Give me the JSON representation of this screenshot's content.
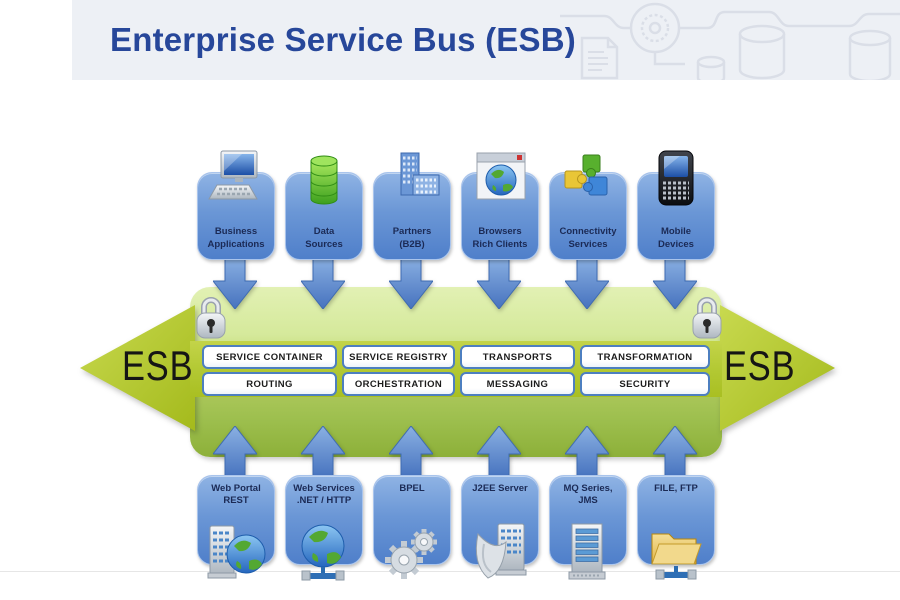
{
  "header": {
    "title": "Enterprise Service Bus (ESB)"
  },
  "bus": {
    "left_label": "ESB",
    "right_label": "ESB",
    "capabilities": [
      "SERVICE CONTAINER",
      "SERVICE REGISTRY",
      "TRANSPORTS",
      "TRANSFORMATION",
      "ROUTING",
      "ORCHESTRATION",
      "MESSAGING",
      "SECURITY"
    ]
  },
  "producers": [
    {
      "label": "Business\nApplications",
      "icon": "desktop-computer-icon"
    },
    {
      "label": "Data\nSources",
      "icon": "database-icon"
    },
    {
      "label": "Partners\n(B2B)",
      "icon": "office-buildings-icon"
    },
    {
      "label": "Browsers\nRich Clients",
      "icon": "browser-globe-icon"
    },
    {
      "label": "Connectivity\nServices",
      "icon": "puzzle-pieces-icon"
    },
    {
      "label": "Mobile\nDevices",
      "icon": "mobile-device-icon"
    }
  ],
  "consumers": [
    {
      "label": "Web Portal\nREST",
      "icon": "server-globe-icon"
    },
    {
      "label": "Web Services\n.NET / HTTP",
      "icon": "globe-stand-icon"
    },
    {
      "label": "BPEL",
      "icon": "gears-icon"
    },
    {
      "label": "J2EE Server",
      "icon": "server-shield-icon"
    },
    {
      "label": "MQ Series,\nJMS",
      "icon": "server-tower-icon"
    },
    {
      "label": "FILE, FTP",
      "icon": "folder-network-icon"
    }
  ],
  "colors": {
    "title_blue": "#27479A",
    "header_bg": "#EDF0F5",
    "node_blue_top": "#8FB3E4",
    "node_blue_bottom": "#4F7FCA",
    "arrow_blue": "#5B8AD0",
    "bus_green_light": "#DCEFA9",
    "bus_green_dark": "#8DB039",
    "band_green": "#B2C832",
    "esb_arrow_green": "#B4CA33",
    "capability_border_blue": "#4D7FC0"
  }
}
